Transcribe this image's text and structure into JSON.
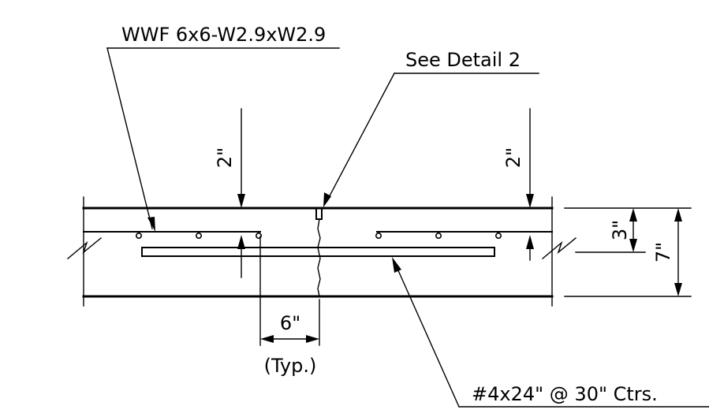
{
  "labels": {
    "wwf": "WWF 6x6-W2.9xW2.9",
    "see_detail": "See Detail 2",
    "bar_spec": "#4x24\" @ 30\" Ctrs."
  },
  "dimensions": {
    "cover_left": "2\"",
    "cover_right": "2\"",
    "bar_spacing_offset": "6\"",
    "typical": "(Typ.)",
    "bar_depth": "3\"",
    "slab_thickness": "7\""
  }
}
